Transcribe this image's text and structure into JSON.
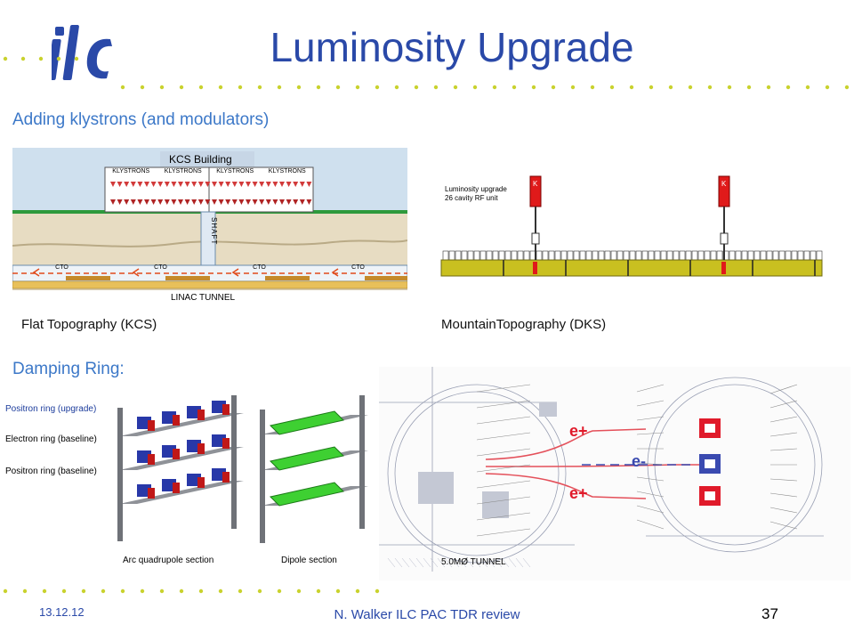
{
  "logo": {
    "text": "ilc"
  },
  "title": "Luminosity Upgrade",
  "section1": {
    "heading": "Adding klystrons (and modulators)",
    "kcs": {
      "building_label": "KCS Building",
      "klystron_labels": [
        "KLYSTRONS",
        "KLYSTRONS",
        "KLYSTRONS",
        "KLYSTRONS"
      ],
      "shaft_label": "SHAFT",
      "cto_labels": [
        "CTO",
        "CTO",
        "CTO",
        "CTO"
      ],
      "tunnel_label": "LINAC TUNNEL",
      "caption": "Flat Topography (KCS)"
    },
    "dks": {
      "note_line1": "Luminosity upgrade",
      "note_line2": "26 cavity RF unit",
      "klystron_marks": [
        "K",
        "K"
      ],
      "caption": "MountainTopography (DKS)"
    }
  },
  "section2": {
    "heading": "Damping Ring:",
    "ring_labels": [
      "Positron ring (upgrade)",
      "Electron ring (baseline)",
      "Positron ring (baseline)"
    ],
    "section_labels": [
      "Arc quadrupole section",
      "Dipole section"
    ],
    "tunnel": {
      "particle_labels": [
        "e+",
        "e+",
        "e-"
      ],
      "tunnel_label": "5.0MØ TUNNEL"
    }
  },
  "footer": {
    "date": "13.12.12",
    "center": "N. Walker ILC PAC TDR review",
    "page": "37"
  },
  "colors": {
    "title_blue": "#2a49a8",
    "heading_blue": "#3c78c8",
    "dot_blue": "#c9d22e",
    "logo_blue": "#2a49a8"
  }
}
